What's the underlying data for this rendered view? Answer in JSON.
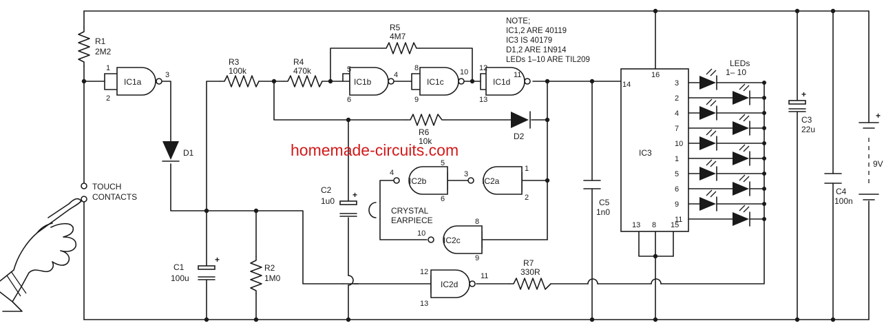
{
  "watermark": "homemade-circuits.com",
  "note": {
    "heading": "NOTE;",
    "lines": [
      "IC1,2 ARE 40119",
      "IC3 IS 40179",
      "D1,2 ARE 1N914",
      "LEDs 1–10 ARE TIL209"
    ]
  },
  "touch": {
    "line1": "TOUCH",
    "line2": "CONTACTS"
  },
  "earpiece": {
    "line1": "CRYSTAL",
    "line2": "EARPIECE"
  },
  "battery": "9V",
  "leds_label": {
    "line1": "LEDs",
    "line2": "1– 10"
  },
  "gates": {
    "ic1a": "IC1a",
    "ic1b": "IC1b",
    "ic1c": "IC1c",
    "ic1d": "IC1d",
    "ic2a": "IC2a",
    "ic2b": "IC2b",
    "ic2c": "IC2c",
    "ic2d": "IC2d",
    "ic3": "IC3"
  },
  "components": {
    "r1": {
      "name": "R1",
      "value": "2M2"
    },
    "r2": {
      "name": "R2",
      "value": "1M0"
    },
    "r3": {
      "name": "R3",
      "value": "100k"
    },
    "r4": {
      "name": "R4",
      "value": "470k"
    },
    "r5": {
      "name": "R5",
      "value": "4M7"
    },
    "r6": {
      "name": "R6",
      "value": "10k"
    },
    "r7": {
      "name": "R7",
      "value": "330R"
    },
    "c1": {
      "name": "C1",
      "value": "100u"
    },
    "c2": {
      "name": "C2",
      "value": "1u0"
    },
    "c3": {
      "name": "C3",
      "value": "22u"
    },
    "c4": {
      "name": "C4",
      "value": "100n"
    },
    "c5": {
      "name": "C5",
      "value": "1n0"
    },
    "d1": {
      "name": "D1"
    },
    "d2": {
      "name": "D2"
    }
  },
  "pins": {
    "ic1a_in1": "1",
    "ic1a_in2": "2",
    "ic1a_out": "3",
    "ic1b_in1": "5",
    "ic1b_in2": "6",
    "ic1b_out": "4",
    "ic1c_in1": "8",
    "ic1c_in2": "9",
    "ic1c_out": "10",
    "ic1d_in1": "12",
    "ic1d_in2": "13",
    "ic1d_out": "11",
    "ic2a_in1": "1",
    "ic2a_in2": "2",
    "ic2a_out": "3",
    "ic2b_in1": "5",
    "ic2b_in2": "6",
    "ic2b_out": "4",
    "ic2c_in1": "8",
    "ic2c_in2": "9",
    "ic2c_out": "10",
    "ic2d_in1": "12",
    "ic2d_in2": "13",
    "ic2d_out": "11",
    "ic3_16": "16",
    "ic3_14": "14",
    "ic3_13": "13",
    "ic3_8": "8",
    "ic3_15": "15",
    "ic3_outputs": [
      "3",
      "2",
      "4",
      "7",
      "10",
      "1",
      "5",
      "6",
      "9",
      "11"
    ]
  },
  "colors": {
    "ink": "#1a1a1a",
    "watermark": "#d11a1a",
    "background": "#ffffff"
  }
}
